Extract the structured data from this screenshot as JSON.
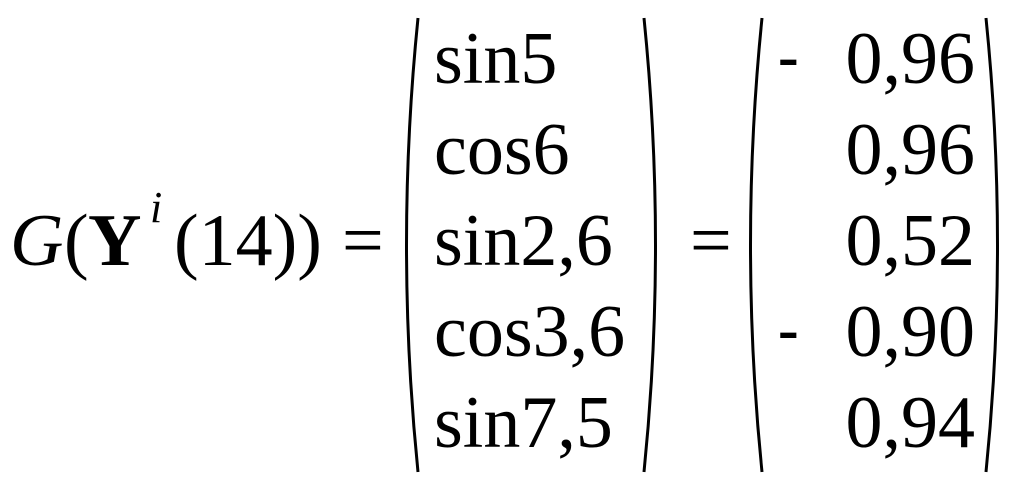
{
  "lhs": {
    "function_name": "G",
    "open_paren": "(",
    "variable": "Y",
    "superscript": "i",
    "argument": "(14))"
  },
  "equals_1": "=",
  "equals_2": "=",
  "middle_vector": [
    "sin5",
    "cos6",
    "sin2,6",
    "cos3,6",
    "sin7,5"
  ],
  "result_vector": [
    {
      "sign": "-",
      "value": "0,96"
    },
    {
      "sign": "",
      "value": "0,96"
    },
    {
      "sign": "",
      "value": "0,52"
    },
    {
      "sign": "-",
      "value": "0,90"
    },
    {
      "sign": "",
      "value": "0,94"
    }
  ]
}
